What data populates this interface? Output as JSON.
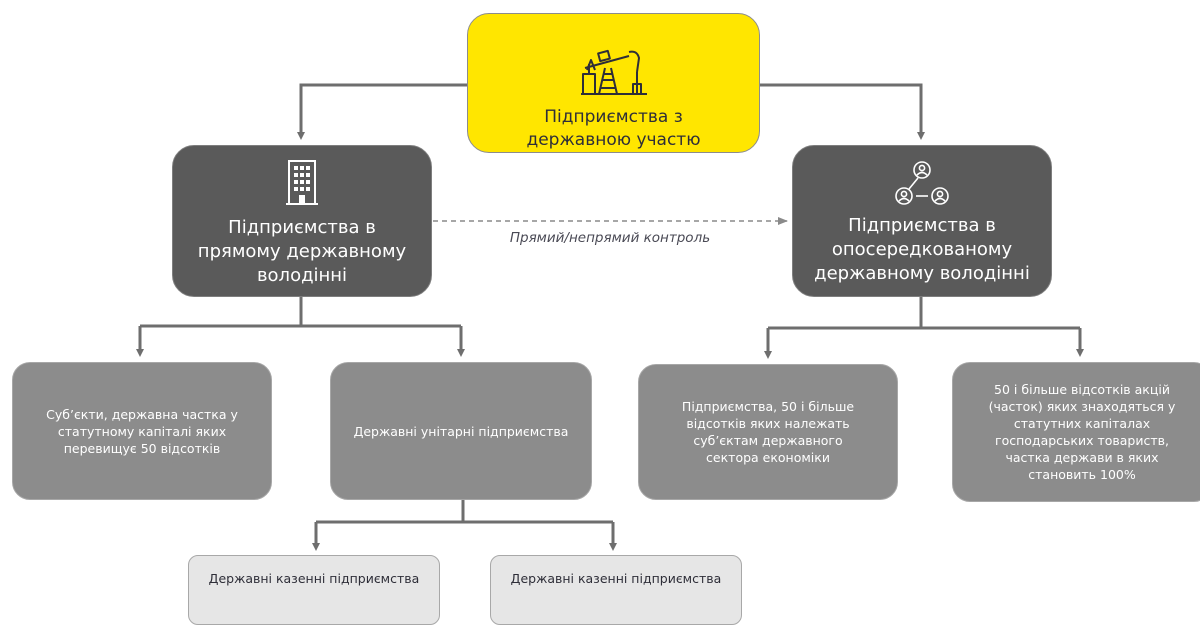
{
  "diagram": {
    "root": {
      "label": "Підприємства з державною участю",
      "icon": "oil-pump-icon"
    },
    "direct": {
      "label": "Підприємства в прямому державному володінні",
      "icon": "office-building-icon"
    },
    "indirect": {
      "label": "Підприємства в опосередкованому державному володінні",
      "icon": "connected-users-icon"
    },
    "control_edge_label": "Прямий/непрямий контроль",
    "direct_children": [
      {
        "label": "Суб’єкти, державна частка у статутному капіталі яких перевищує 50 відсотків"
      },
      {
        "label": "Державні унітарні підприємства"
      }
    ],
    "indirect_children": [
      {
        "label": "Підприємства, 50 і більше відсотків яких належать суб’єктам державного сектора економіки"
      },
      {
        "label": "50 і більше відсотків акцій (часток) яких знаходяться у статутних капіталах господарських товариств, частка держави в яких становить 100%"
      }
    ],
    "unitary_children": [
      {
        "label": "Державні казенні підприємства"
      },
      {
        "label": "Державні казенні підприємства"
      }
    ],
    "colors": {
      "root_fill": "#ffe600",
      "level1_fill": "#5a5a5a",
      "level2_fill": "#8c8c8c",
      "level3_fill": "#e6e6e6",
      "connector": "#6e6e6e",
      "text_dark": "#2e2e38"
    }
  }
}
